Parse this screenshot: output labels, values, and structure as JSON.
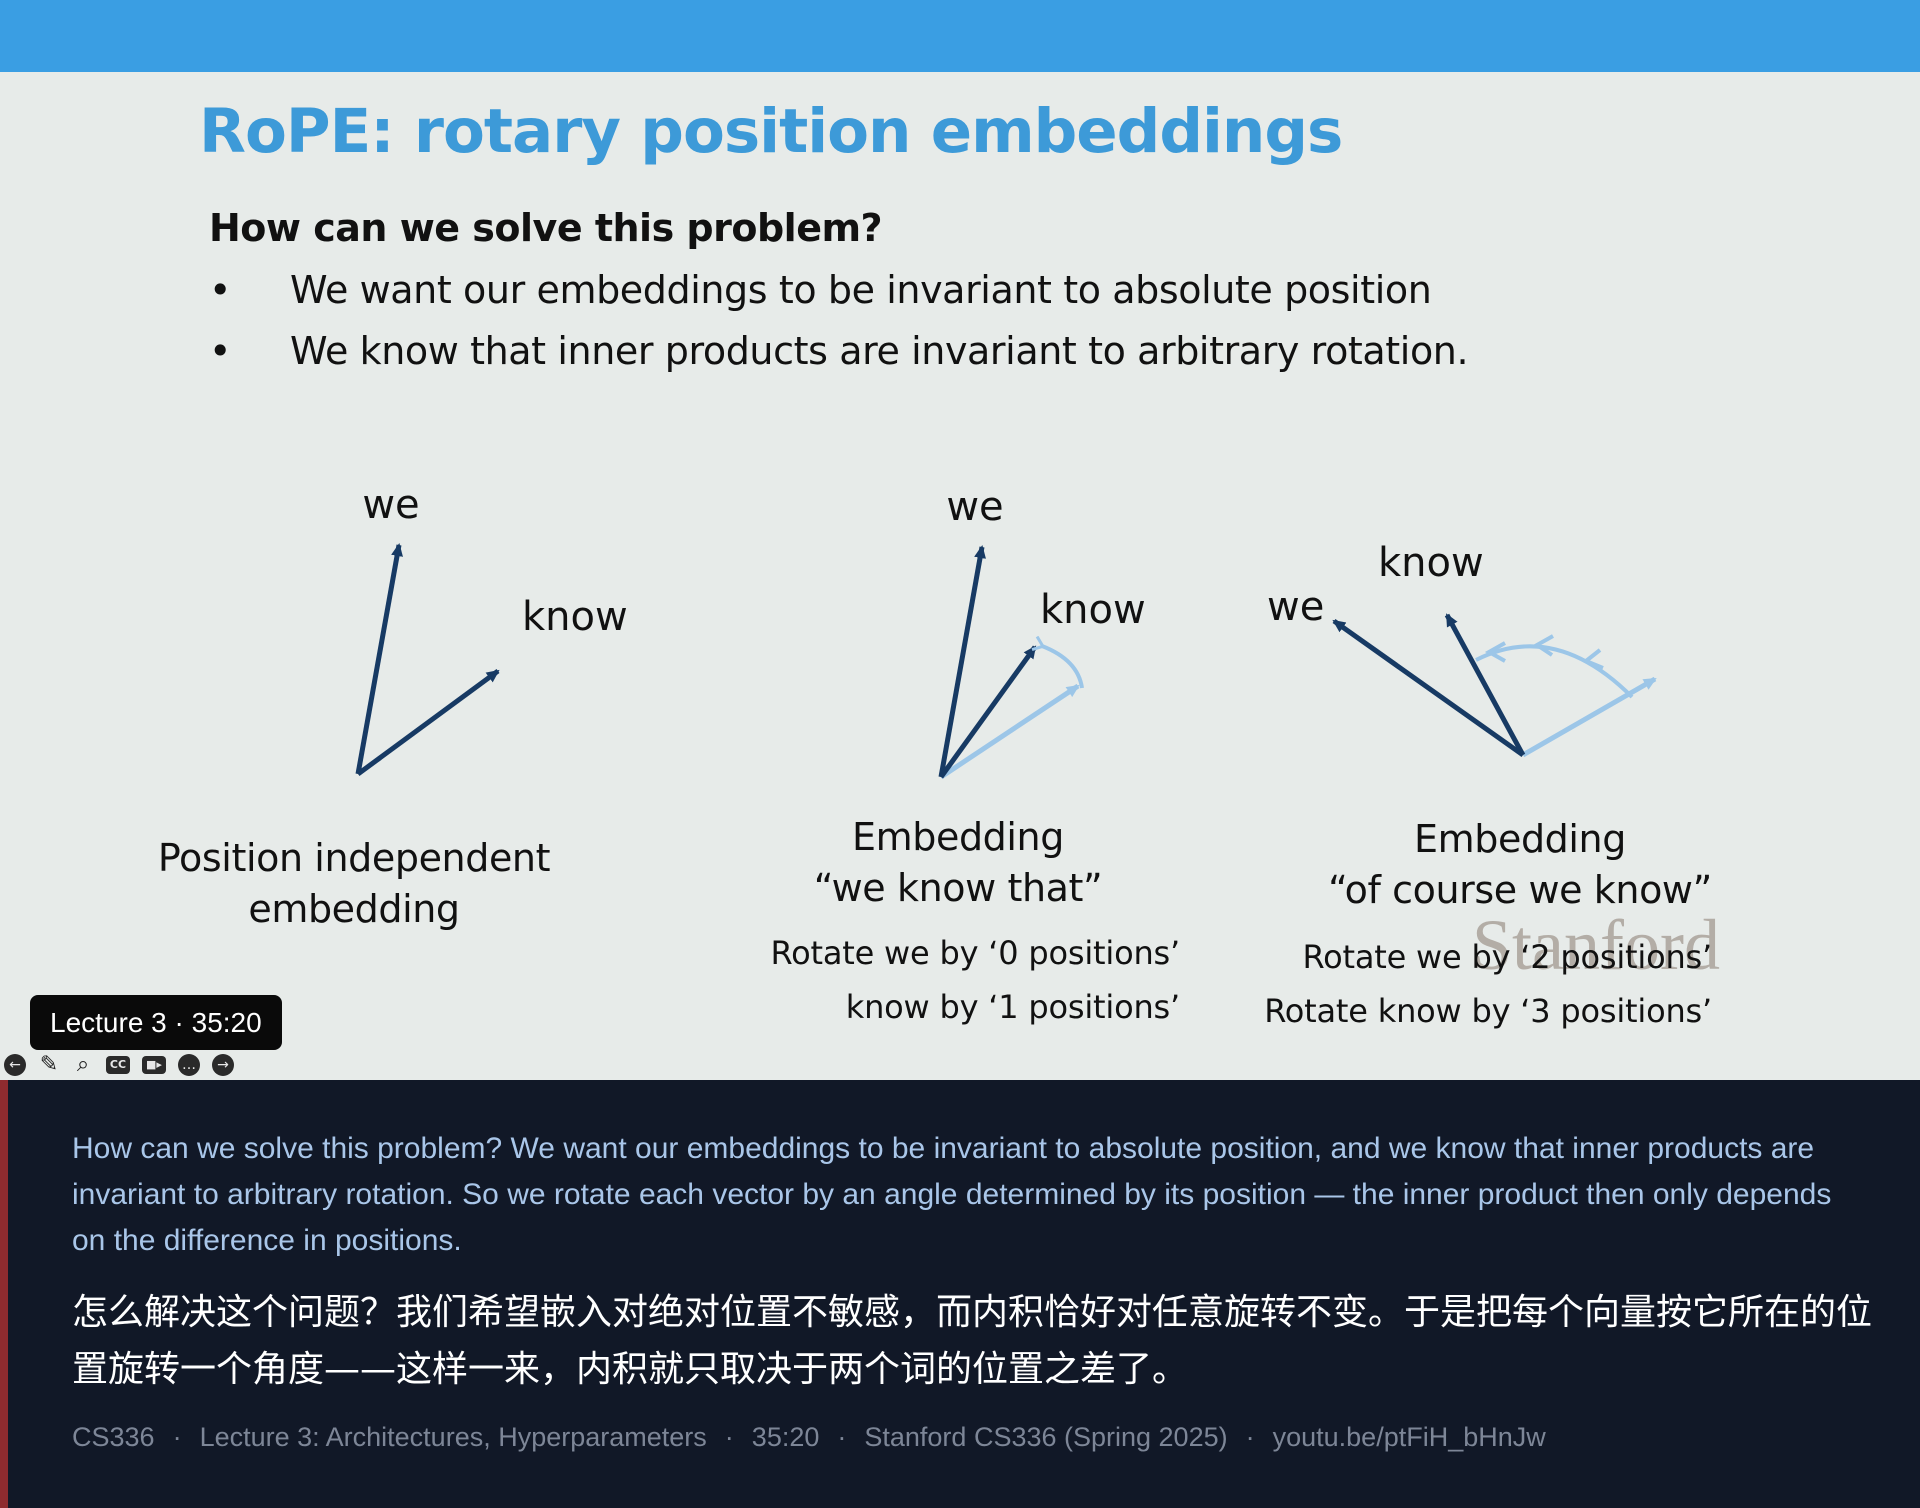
{
  "slide": {
    "title": "RoPE: rotary position embeddings",
    "question": "How can we solve this problem?",
    "bullets": [
      "We want our embeddings to be invariant to absolute position",
      "We know that inner products are invariant to arbitrary rotation."
    ],
    "diagram1": {
      "word_we": "we",
      "word_know": "know",
      "caption_line1": "Position independent",
      "caption_line2": "embedding"
    },
    "diagram2": {
      "word_we": "we",
      "word_know": "know",
      "caption_line1": "Embedding",
      "caption_line2": "“we know that”",
      "rotate_we": "Rotate we by ‘0 positions’",
      "rotate_know": "know by ‘1 positions’"
    },
    "diagram3": {
      "word_we": "we",
      "word_know": "know",
      "caption_line1": "Embedding",
      "caption_line2": "“of course we know”",
      "rotate_we": "Rotate we by ‘2 positions’",
      "rotate_know": "Rotate know by ‘3 positions’"
    },
    "watermark": "Stanford"
  },
  "player": {
    "timestamp": "Lecture 3 · 35:20",
    "controls": [
      "back-icon",
      "pen-icon",
      "zoom-icon",
      "cc-icon",
      "video-icon",
      "more-icon",
      "forward-icon"
    ]
  },
  "caption": {
    "english": "How can we solve this problem? We want our embeddings to be invariant to absolute position, and we know that inner products are invariant to arbitrary rotation. So we rotate each vector by an angle determined by its position — the inner product then only depends on the difference in positions.",
    "chinese": "怎么解决这个问题？我们希望嵌入对绝对位置不敏感，而内积恰好对任意旋转不变。于是把每个向量按它所在的位置旋转一个角度——这样一来，内积就只取决于两个词的位置之差了。",
    "meta": [
      "CS336",
      "Lecture 3: Architectures, Hyperparameters",
      "35:20",
      "Stanford CS336 (Spring 2025)",
      "youtu.be/ptFiH_bHnJw"
    ]
  },
  "colors": {
    "topbar": "#3a9ee3",
    "title": "#3d9ad8",
    "slide_bg": "#e7ebe9",
    "vector_dark": "#173a64",
    "vector_light": "#9cc6e8",
    "caption_bg": "#111827",
    "caption_en": "#a9c6e9",
    "accent": "#8e2b2f"
  }
}
